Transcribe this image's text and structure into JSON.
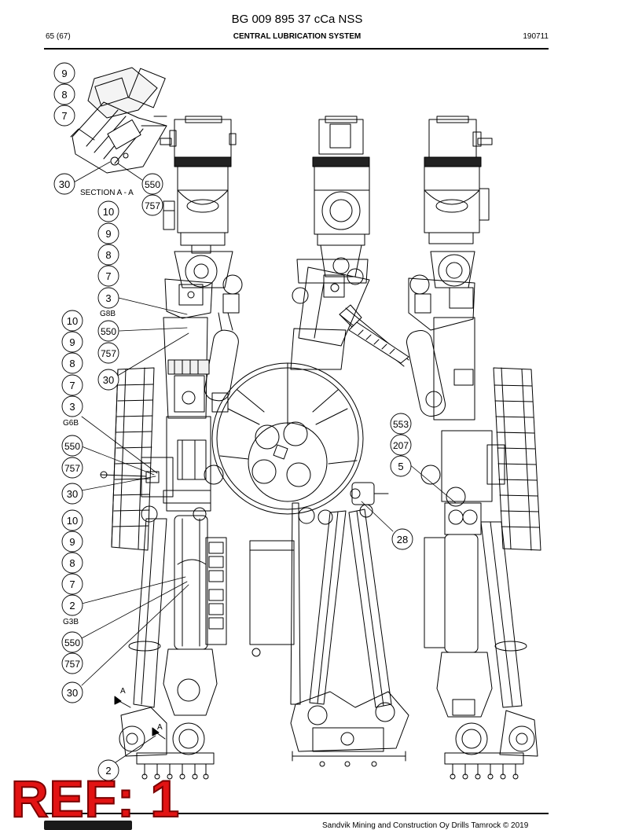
{
  "header": {
    "doc_title": "BG 009 895 37 cCa NSS",
    "page_number": "65 (67)",
    "section_title": "CENTRAL LUBRICATION SYSTEM",
    "date": "190711"
  },
  "drawing": {
    "section_label": "SECTION A - A",
    "view_marker": "A",
    "callouts": [
      "9",
      "8",
      "7",
      "30",
      "550",
      "757",
      "10",
      "9",
      "8",
      "7",
      "3",
      "10",
      "550",
      "9",
      "757",
      "8",
      "30",
      "7",
      "3",
      "550",
      "757",
      "30",
      "10",
      "9",
      "8",
      "7",
      "2",
      "550",
      "757",
      "30",
      "2",
      "553",
      "207",
      "5",
      "28"
    ],
    "group_labels": [
      "G8B",
      "G6B",
      "G3B"
    ]
  },
  "footer": {
    "copyright": "Sandvik Mining and Construction Oy Drills Tamrock © 2019"
  },
  "stamp": {
    "text": "REF: 1"
  },
  "colors": {
    "stamp_fill": "#e21313",
    "stamp_outline": "#7a0000",
    "line": "#000000"
  }
}
